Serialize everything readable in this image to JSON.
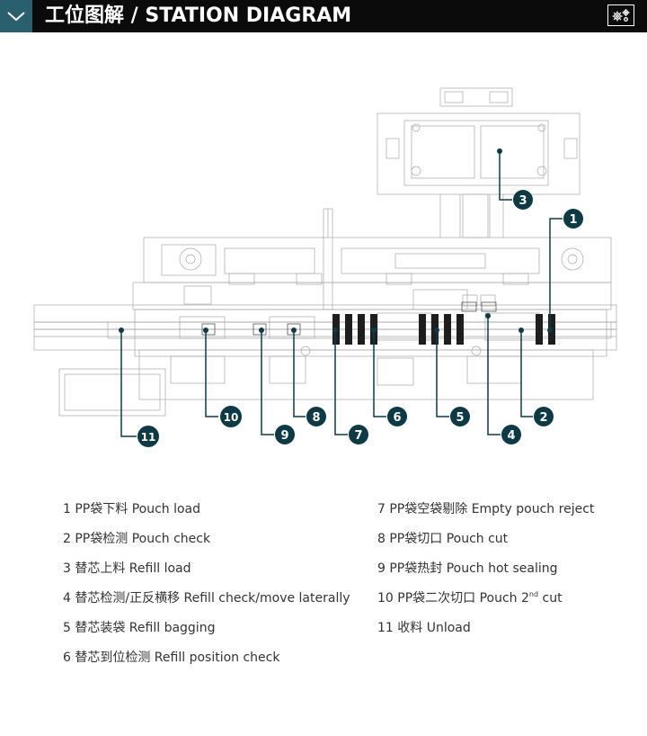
{
  "header": {
    "title": "工位图解 / STATION DIAGRAM",
    "collapse_icon": "chevron-down-icon",
    "settings_icon": "gears-icon",
    "accent_color": "#2a5f6e",
    "bar_color": "#0b0b0b"
  },
  "diagram": {
    "callout_color": "#0e3a46",
    "callouts": [
      "1",
      "2",
      "3",
      "4",
      "5",
      "6",
      "7",
      "8",
      "9",
      "10",
      "11"
    ]
  },
  "legend": {
    "left": [
      "1 PP袋下料  Pouch load",
      "2 PP袋检测  Pouch check",
      "3 替芯上料 Refill load",
      "4 替芯检测/正反横移 Refill check/move laterally",
      "5 替芯装袋 Refill bagging",
      "6 替芯到位检测 Refill position check"
    ],
    "right": [
      "7 PP袋空袋剔除 Empty pouch reject",
      "8 PP袋切口 Pouch cut",
      "9 PP袋热封 Pouch hot sealing",
      {
        "main": "10 PP袋二次切口 Pouch 2",
        "sup": "nd",
        "tail": " cut"
      },
      "11 收料 Unload"
    ]
  }
}
